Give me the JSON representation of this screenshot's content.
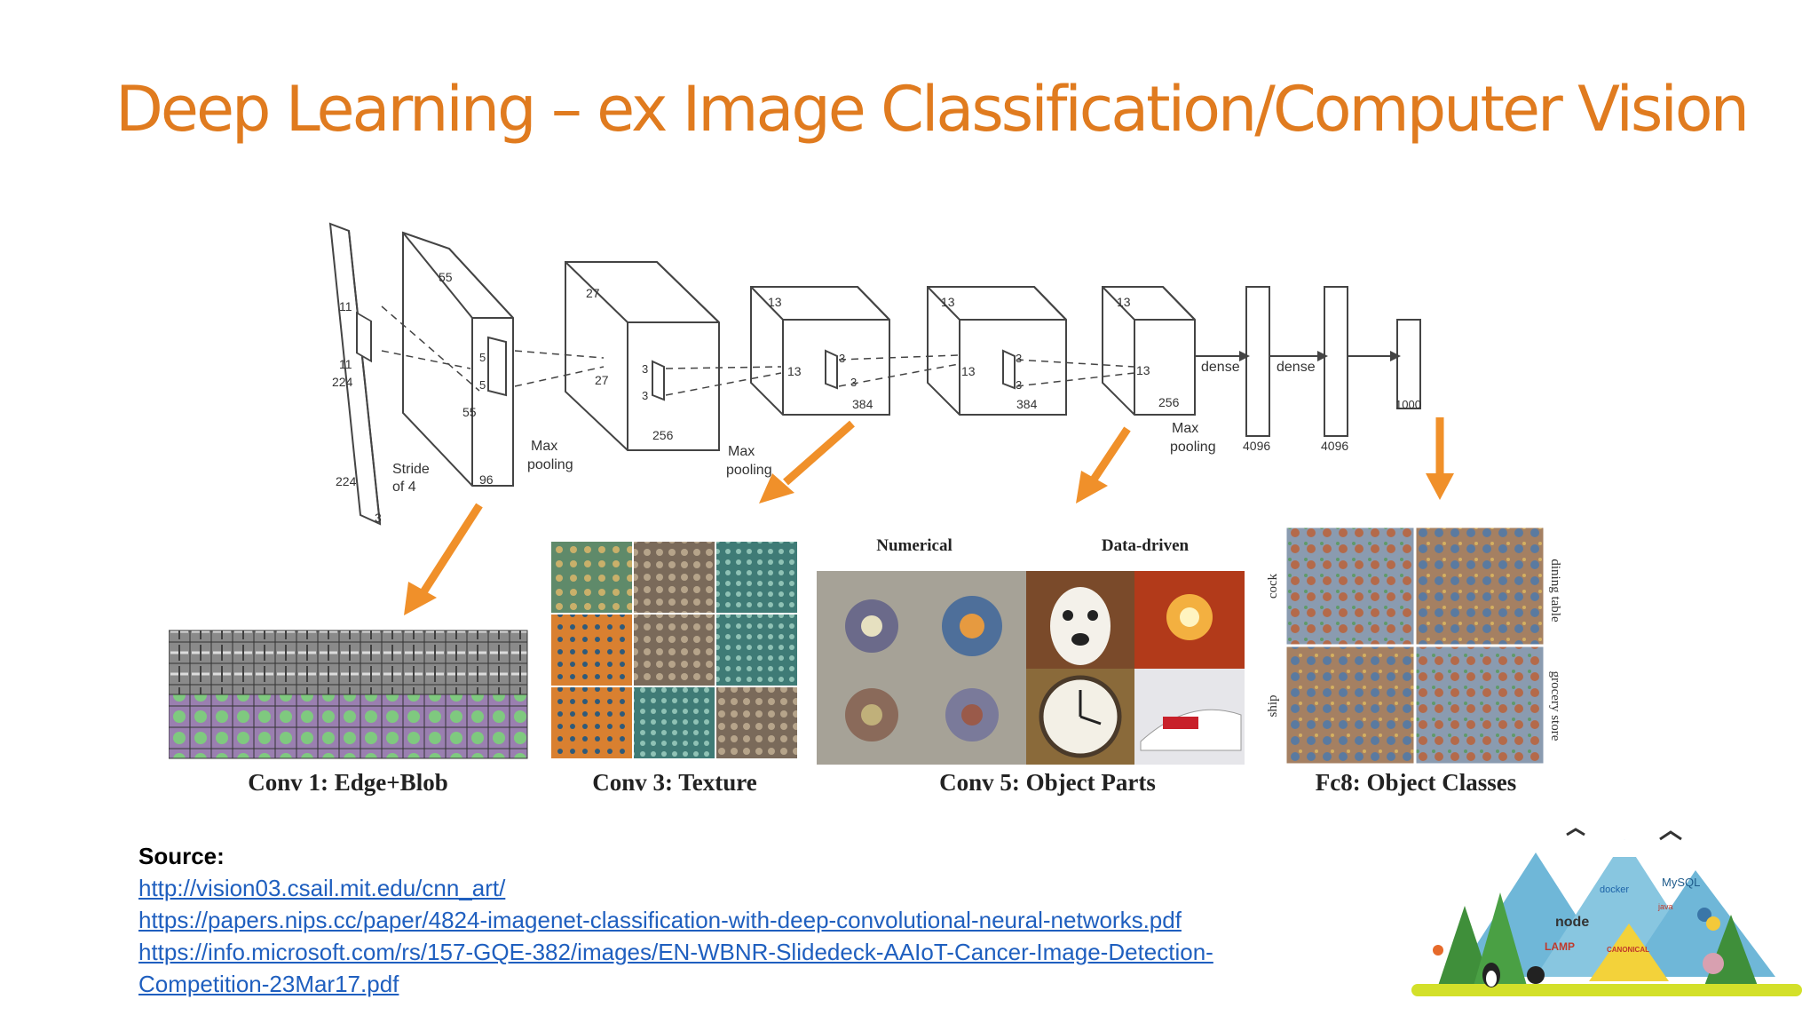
{
  "slide": {
    "title": "Deep Learning – ex Image Classification/Computer Vision"
  },
  "diagram": {
    "dims": {
      "input_w": "224",
      "input_h": "224",
      "input_d": "3",
      "k1a": "11",
      "k1b": "11",
      "c1_w": "55",
      "c1_h": "55",
      "c1_d": "96",
      "stride": "Stride",
      "stride2": "of 4",
      "k2a": "5",
      "k2b": "5",
      "c2_w": "27",
      "c2_h": "27",
      "c2_d": "256",
      "k3a": "3",
      "k3b": "3",
      "c3_w": "13",
      "c3_h": "13",
      "c3_d": "384",
      "k4a": "3",
      "k4b": "3",
      "c4_w": "13",
      "c4_h": "13",
      "c4_d": "384",
      "k5a": "3",
      "k5b": "3",
      "c5_w": "13",
      "c5_h": "13",
      "c5_d": "256",
      "pool1": "Max",
      "pool1b": "pooling",
      "pool2": "Max",
      "pool2b": "pooling",
      "pool3": "Max",
      "pool3b": "pooling",
      "dense1": "dense",
      "dense2": "dense",
      "fc1": "4096",
      "fc2": "4096",
      "fc3": "1000"
    },
    "panels": {
      "conv1": "Conv 1: Edge+Blob",
      "conv3": "Conv 3: Texture",
      "conv5": "Conv 5: Object Parts",
      "fc8": "Fc8: Object Classes",
      "numerical": "Numerical",
      "data_driven": "Data-driven",
      "cock": "cock",
      "ship": "ship",
      "dining_table": "dining table",
      "grocery_store": "grocery store"
    },
    "colors": {
      "arrow": "#f0902a",
      "line": "#444444"
    }
  },
  "source": {
    "label": "Source:",
    "links": [
      "http://vision03.csail.mit.edu/cnn_art/",
      "https://papers.nips.cc/paper/4824-imagenet-classification-with-deep-convolutional-neural-networks.pdf",
      "https://info.microsoft.com/rs/157-GQE-382/images/EN-WBNR-Slidedeck-AAIoT-Cancer-Image-Detection-",
      "Competition-23Mar17.pdf"
    ]
  },
  "badge": {
    "node": "node",
    "docker": "docker",
    "mysql": "MySQL",
    "java": "java",
    "lamp": "LAMP",
    "canonical": "CANONICAL"
  }
}
